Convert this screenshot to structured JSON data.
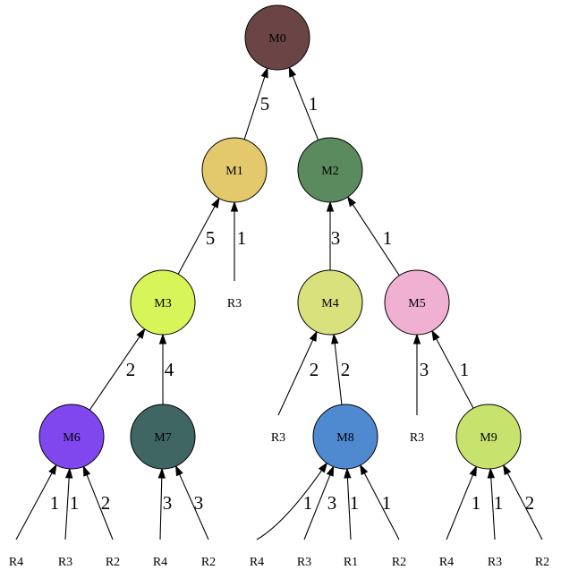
{
  "nodes": [
    {
      "id": "M0",
      "label": "M0",
      "color": "#6b4545"
    },
    {
      "id": "M1",
      "label": "M1",
      "color": "#e3c96b"
    },
    {
      "id": "M2",
      "label": "M2",
      "color": "#5b8a5e"
    },
    {
      "id": "M3",
      "label": "M3",
      "color": "#d7f458"
    },
    {
      "id": "M4",
      "label": "M4",
      "color": "#d8e17c"
    },
    {
      "id": "M5",
      "label": "M5",
      "color": "#efb0d2"
    },
    {
      "id": "M6",
      "label": "M6",
      "color": "#8147ef"
    },
    {
      "id": "M7",
      "label": "M7",
      "color": "#3f6663"
    },
    {
      "id": "M8",
      "label": "M8",
      "color": "#4f8ad0"
    },
    {
      "id": "M9",
      "label": "M9",
      "color": "#c8e36d"
    }
  ],
  "leaves": [
    {
      "id": "L_M1_R3",
      "label": "R3"
    },
    {
      "id": "L_M4_R3",
      "label": "R3"
    },
    {
      "id": "L_M5_R3",
      "label": "R3"
    },
    {
      "id": "L_M6_R4",
      "label": "R4"
    },
    {
      "id": "L_M6_R3",
      "label": "R3"
    },
    {
      "id": "L_M6_R2",
      "label": "R2"
    },
    {
      "id": "L_M7_R4",
      "label": "R4"
    },
    {
      "id": "L_M7_R2",
      "label": "R2"
    },
    {
      "id": "L_M8_R4",
      "label": "R4"
    },
    {
      "id": "L_M8_R3",
      "label": "R3"
    },
    {
      "id": "L_M8_R1",
      "label": "R1"
    },
    {
      "id": "L_M8_R2",
      "label": "R2"
    },
    {
      "id": "L_M9_R4",
      "label": "R4"
    },
    {
      "id": "L_M9_R3",
      "label": "R3"
    },
    {
      "id": "L_M9_R2",
      "label": "R2"
    }
  ],
  "edges": [
    {
      "from": "M1",
      "to": "M0",
      "label": "5"
    },
    {
      "from": "M2",
      "to": "M0",
      "label": "1"
    },
    {
      "from": "M3",
      "to": "M1",
      "label": "5"
    },
    {
      "from": "L_M1_R3",
      "to": "M1",
      "label": "1"
    },
    {
      "from": "M4",
      "to": "M2",
      "label": "3"
    },
    {
      "from": "M5",
      "to": "M2",
      "label": "1"
    },
    {
      "from": "M6",
      "to": "M3",
      "label": "2"
    },
    {
      "from": "M7",
      "to": "M3",
      "label": "4"
    },
    {
      "from": "L_M4_R3",
      "to": "M4",
      "label": "2"
    },
    {
      "from": "M8",
      "to": "M4",
      "label": "2"
    },
    {
      "from": "L_M5_R3",
      "to": "M5",
      "label": "3"
    },
    {
      "from": "M9",
      "to": "M5",
      "label": "1"
    },
    {
      "from": "L_M6_R4",
      "to": "M6",
      "label": "1"
    },
    {
      "from": "L_M6_R3",
      "to": "M6",
      "label": "1"
    },
    {
      "from": "L_M6_R2",
      "to": "M6",
      "label": "2"
    },
    {
      "from": "L_M7_R4",
      "to": "M7",
      "label": "3"
    },
    {
      "from": "L_M7_R2",
      "to": "M7",
      "label": "3"
    },
    {
      "from": "L_M8_R4",
      "to": "M8",
      "label": "1"
    },
    {
      "from": "L_M8_R3",
      "to": "M8",
      "label": "3"
    },
    {
      "from": "L_M8_R1",
      "to": "M8",
      "label": "1"
    },
    {
      "from": "L_M8_R2",
      "to": "M8",
      "label": "1"
    },
    {
      "from": "L_M9_R4",
      "to": "M9",
      "label": "1"
    },
    {
      "from": "L_M9_R3",
      "to": "M9",
      "label": "1"
    },
    {
      "from": "L_M9_R2",
      "to": "M9",
      "label": "2"
    }
  ]
}
